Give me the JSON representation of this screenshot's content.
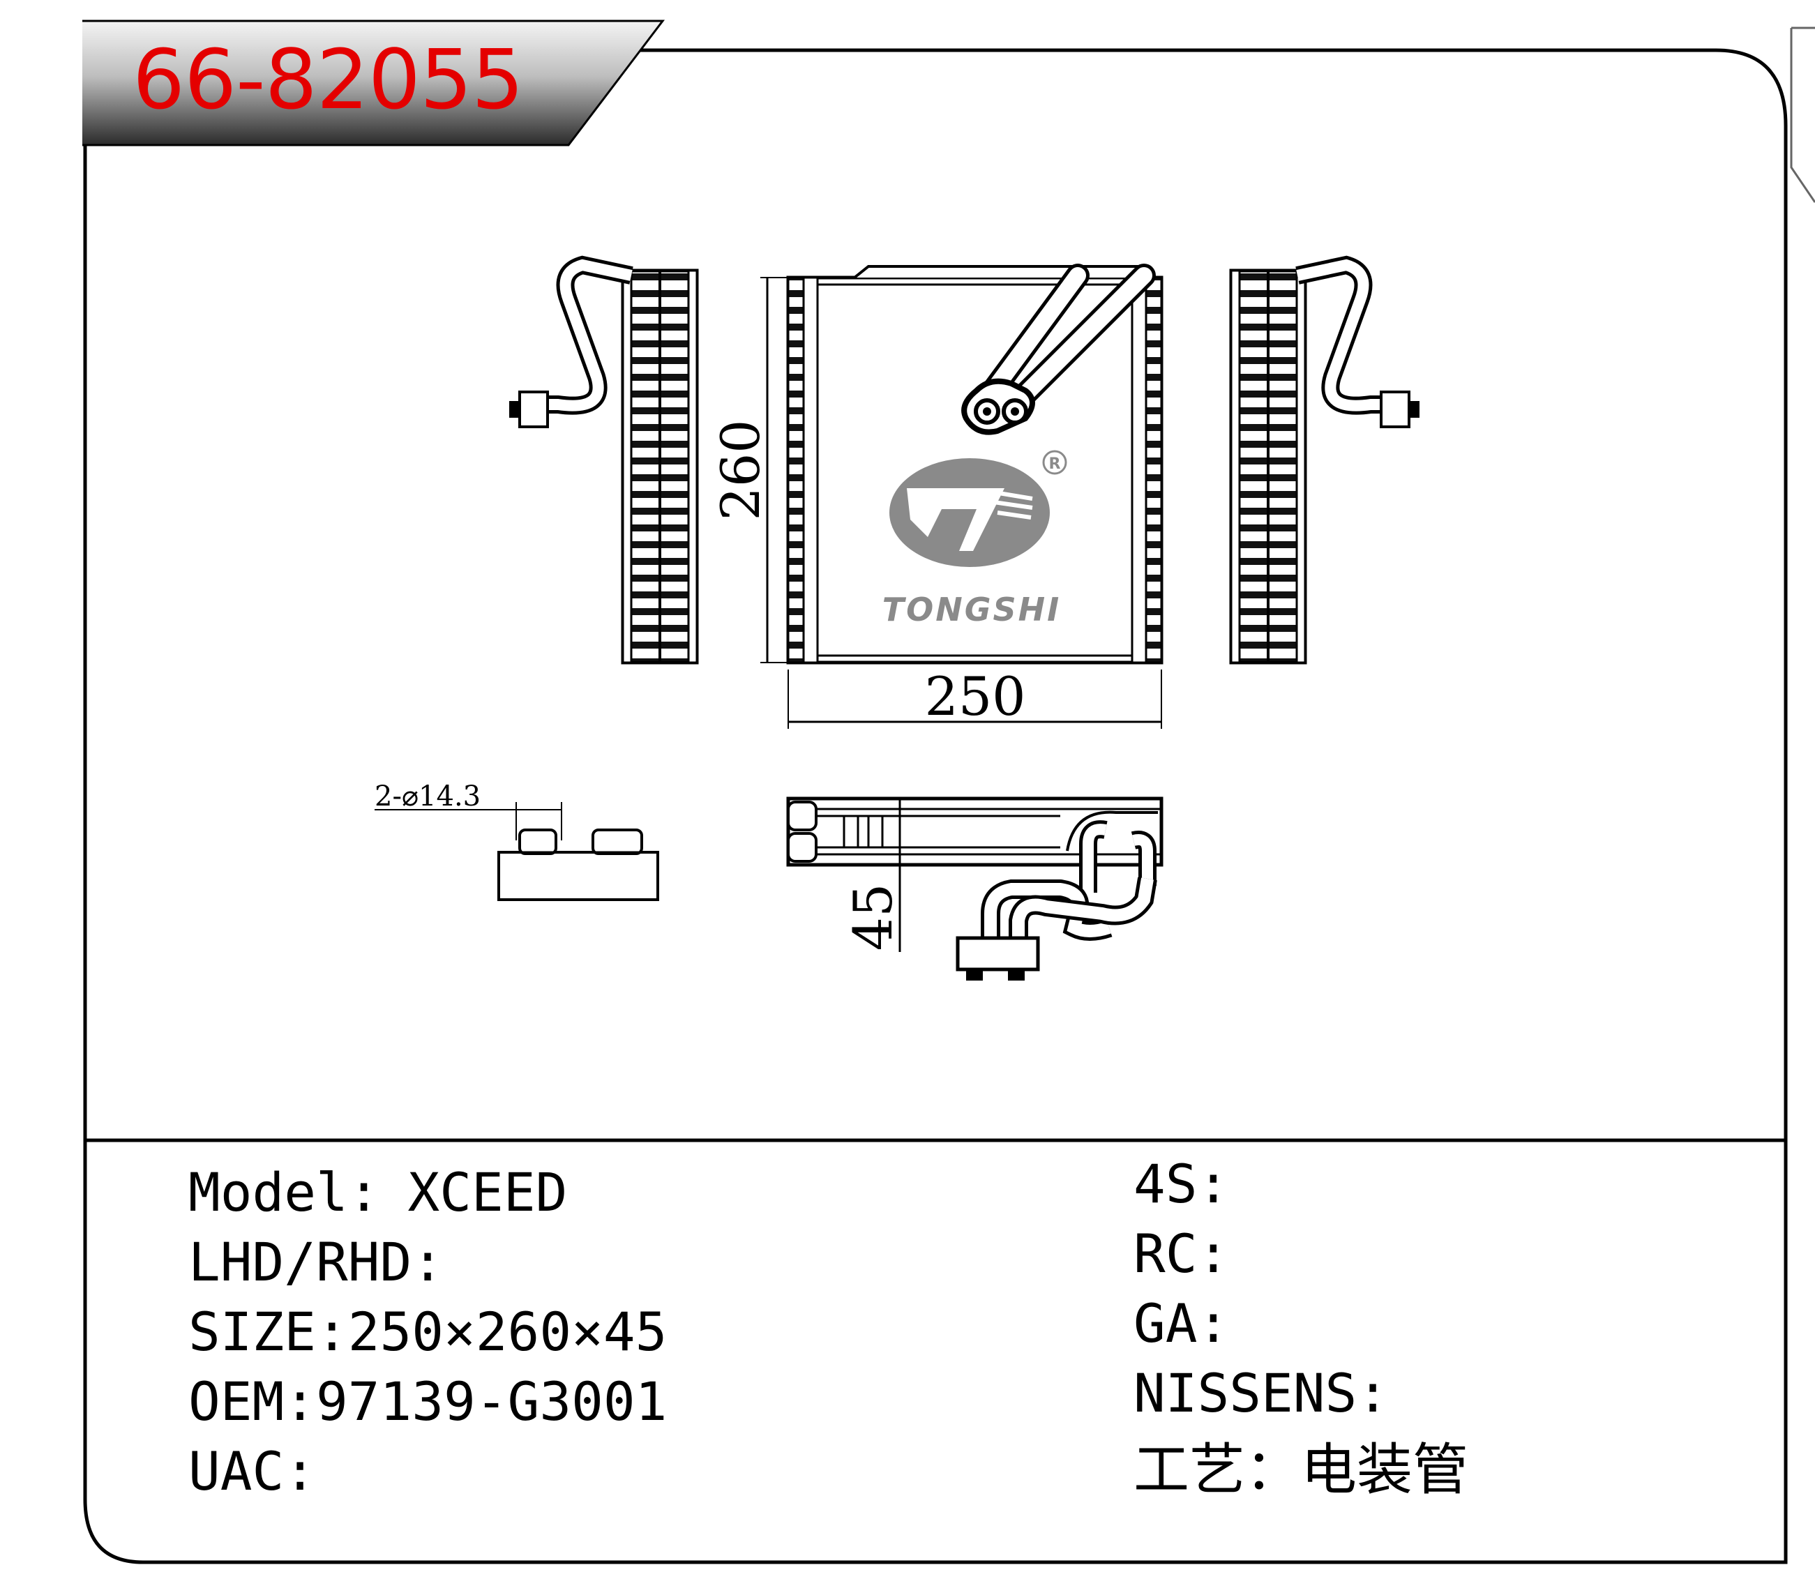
{
  "part_number": "66-82055",
  "brand": {
    "name": "TONGSHI",
    "registered_mark": "R"
  },
  "dimensions": {
    "width": "250",
    "height": "260",
    "depth": "45",
    "pipe": "2-⌀14.3"
  },
  "specs_left": [
    {
      "label": "Model:",
      "value": "XCEED"
    },
    {
      "label": "LHD/RHD:",
      "value": ""
    },
    {
      "label": "SIZE:",
      "value": "250×260×45"
    },
    {
      "label": "OEM:",
      "value": "97139-G3001"
    },
    {
      "label": "UAC:",
      "value": ""
    }
  ],
  "specs_right": [
    {
      "label": "4S:",
      "value": ""
    },
    {
      "label": "RC:",
      "value": ""
    },
    {
      "label": "GA:",
      "value": ""
    },
    {
      "label": "NISSENS:",
      "value": ""
    },
    {
      "label": "工艺：",
      "value": "电装管"
    }
  ],
  "colors": {
    "part_number": "#e40000",
    "logo": "#8a8a8a",
    "banner": "#2a2a2a"
  }
}
